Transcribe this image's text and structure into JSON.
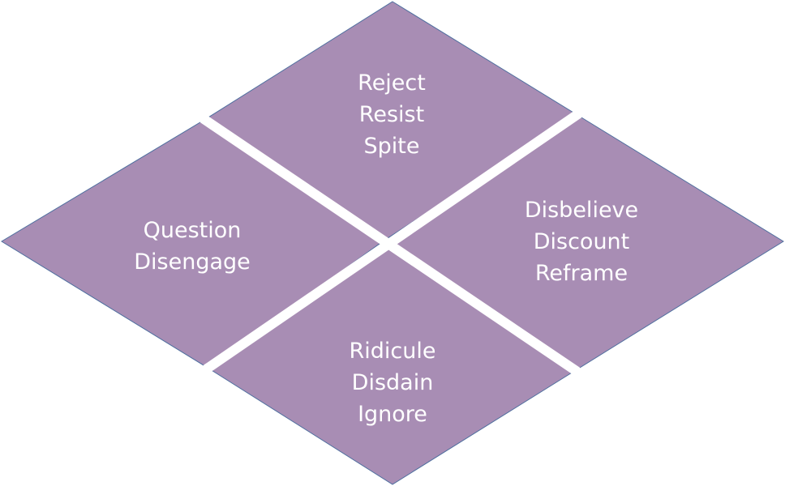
{
  "fill_color": "#a88db4",
  "quadrants": {
    "top": {
      "lines": [
        "Reject",
        "Resist",
        "Spite"
      ]
    },
    "left": {
      "lines": [
        "Question",
        "Disengage"
      ]
    },
    "right": {
      "lines": [
        "Disbelieve",
        "Discount",
        "Reframe"
      ]
    },
    "bottom": {
      "lines": [
        "Ridicule",
        "Disdain",
        "Ignore"
      ]
    }
  }
}
